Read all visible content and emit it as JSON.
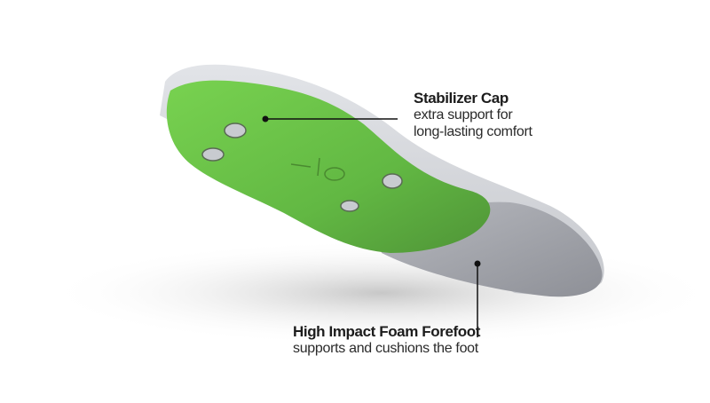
{
  "callouts": [
    {
      "id": "stabilizer-cap",
      "title": "Stabilizer Cap",
      "lines": [
        "extra support for",
        "long-lasting comfort"
      ]
    },
    {
      "id": "high-impact-foam-forefoot",
      "title": "High Impact Foam Forefoot",
      "lines": [
        "supports and cushions the foot"
      ]
    }
  ],
  "colors": {
    "cap_green": "#6cc24a",
    "cap_green_dark": "#4e9a34",
    "foam_gray": "#9a9ca3",
    "foam_top": "#c9cbd0",
    "leader_line": "#111111"
  }
}
